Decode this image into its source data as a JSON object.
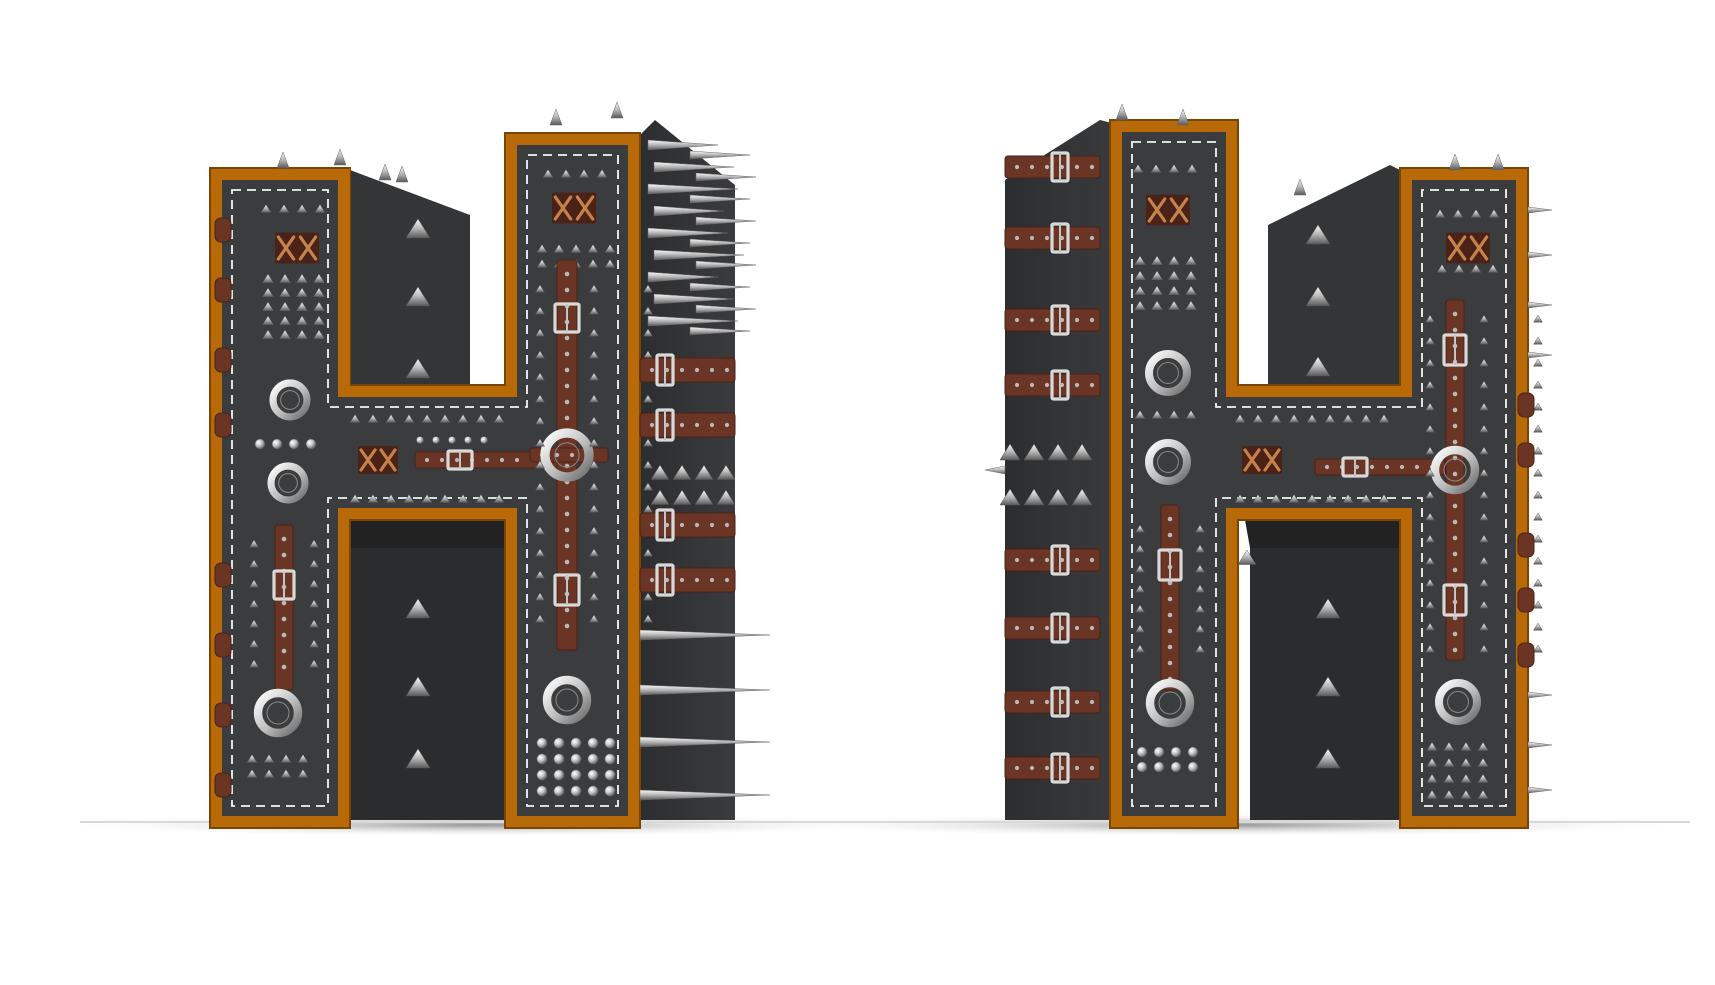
{
  "image": {
    "subject": "letter-h-sculpture",
    "letters": [
      {
        "id": "left",
        "glyph": "H",
        "orientation": "right-side-visible"
      },
      {
        "id": "right",
        "glyph": "H",
        "orientation": "left-side-visible"
      }
    ],
    "colors": {
      "background": "#ffffff",
      "body": "#3b3c3e",
      "body_side": "#2f3032",
      "body_inner": "#45474a",
      "trim": "#b86a08",
      "trim_dark": "#7a4504",
      "leather": "#6b3526",
      "leather_dark": "#4a2218",
      "metal_light": "#f2f2f2",
      "metal_mid": "#b8b8b8",
      "metal_dark": "#6e6e6e",
      "stitch": "#f4f4f4",
      "shadow": "#9a9a9a"
    }
  }
}
